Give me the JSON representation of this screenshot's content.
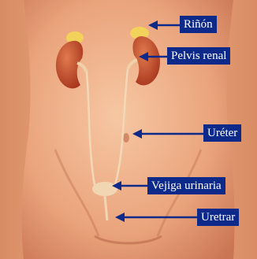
{
  "labels": {
    "rinon": "Riñón",
    "pelvis_renal": "Pelvis renal",
    "ureter": "Uréter",
    "vejiga": "Vejiga urinaria",
    "uretra": "Uretrar"
  },
  "colors": {
    "label_bg": "#0d2a8a",
    "label_text": "#ffffff",
    "skin": "#e9a47c",
    "kidney": "#c5502e",
    "adrenal": "#f2d25a"
  }
}
